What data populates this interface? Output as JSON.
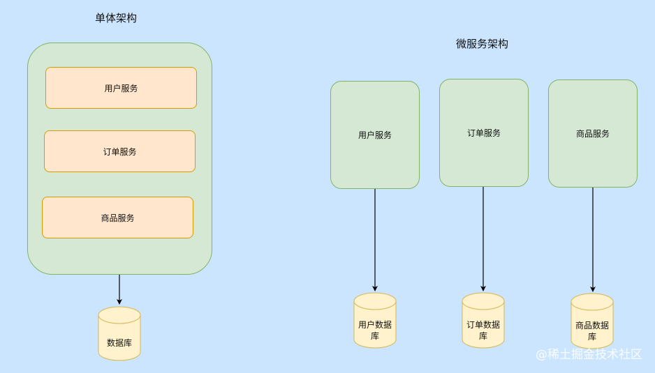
{
  "monolith": {
    "title": "单体架构",
    "services": [
      "用户服务",
      "订单服务",
      "商品服务"
    ],
    "database": "数据库"
  },
  "microservices": {
    "title": "微服务架构",
    "services": [
      "用户服务",
      "订单服务",
      "商品服务"
    ],
    "databases": [
      [
        "用户数据",
        "库"
      ],
      [
        "订单数据",
        "库"
      ],
      [
        "商品数据",
        "库"
      ]
    ]
  },
  "watermark": "@稀土掘金技术社区",
  "colors": {
    "background": "#cce5ff",
    "green_fill": "#d5e8d4",
    "green_stroke": "#82b366",
    "orange_fill": "#ffe6cc",
    "orange_stroke": "#d79b00",
    "cylinder_fill": "#fff2cc",
    "cylinder_stroke": "#d6b656"
  }
}
